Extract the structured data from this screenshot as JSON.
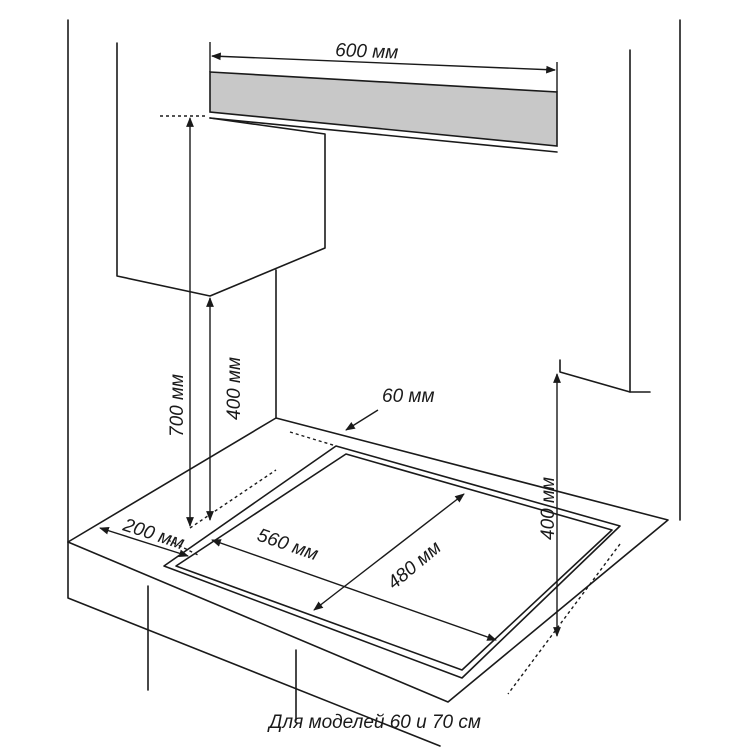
{
  "labels": {
    "hood_width": "600 мм",
    "height_700": "700 мм",
    "height_400_left": "400 мм",
    "height_400_right": "400 мм",
    "rear_gap": "60 мм",
    "side_gap": "200 мм",
    "cutout_width": "560 мм",
    "cutout_depth": "480 мм"
  },
  "caption": "Для моделей 60 и 70 см",
  "colors": {
    "hood_fill": "#c8c8c8",
    "line": "#1a1a1a"
  }
}
